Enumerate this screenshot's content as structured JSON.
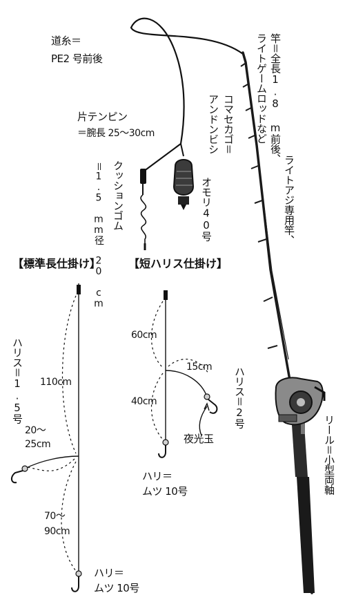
{
  "labels": {
    "michiito_line1": "道糸＝",
    "michiito_line2": "PE2 号前後",
    "tenbin_line1": "片テンピン",
    "tenbin_line2": "＝腕長 25〜30cm",
    "cushion_gomu": "クッションゴム",
    "cushion_spec": "＝1.5 mm径 20 cm",
    "komasekago_line1": "コマセカゴ＝",
    "komasekago_line2": "アンドンビシ",
    "omori": "オモリ40号",
    "rod_line1": "竿＝全長1.8 m前後、",
    "rod_line2": "ライトゲームロッドなど",
    "rod_line3": "ライトアジ専用竿、",
    "reel": "リール＝小型両軸",
    "standard_rig_title": "【標準長仕掛け】",
    "short_rig_title": "【短ハリス仕掛け】",
    "harisu_standard": "ハリス＝1.5号",
    "len_110": "110cm",
    "len_20_25_a": "20〜",
    "len_20_25_b": "25cm",
    "len_70_90_a": "70〜",
    "len_70_90_b": "90cm",
    "hook_std_a": "ハリ＝",
    "hook_std_b": "ムツ 10号",
    "len_60": "60cm",
    "len_40": "40cm",
    "len_15": "15cm",
    "harisu_short": "ハリス＝2号",
    "yakoudama": "夜光玉",
    "hook_short_a": "ハリ＝",
    "hook_short_b": "ムツ 10号"
  },
  "colors": {
    "ink": "#111111",
    "rod_body": "#1a1a1a",
    "reel_gray": "#8a8a8a",
    "bead": "#d0d0d0"
  }
}
